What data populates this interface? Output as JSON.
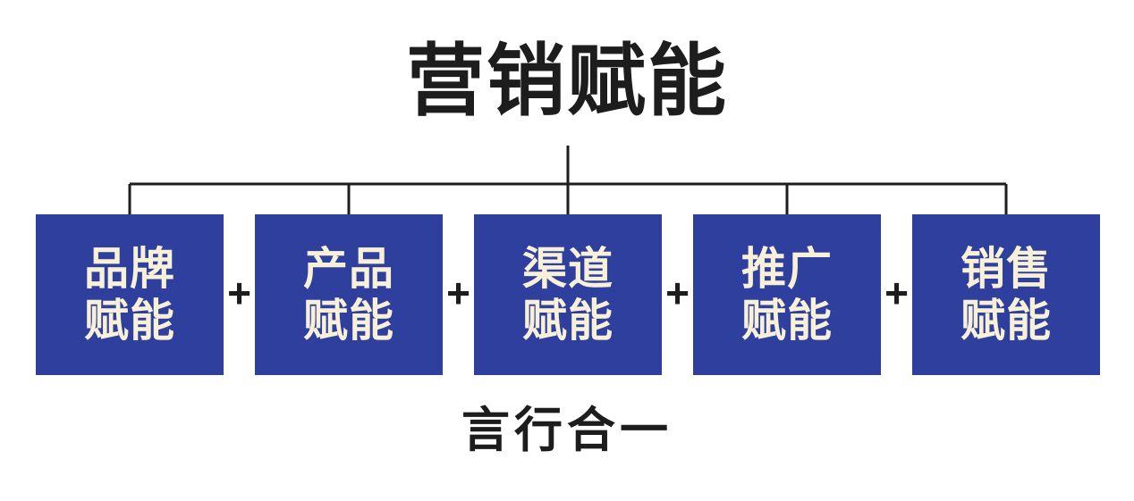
{
  "title": "营销赋能",
  "caption": "言行合一",
  "plus_sign": "+",
  "boxes": [
    {
      "line1": "品牌",
      "line2": "赋能"
    },
    {
      "line1": "产品",
      "line2": "赋能"
    },
    {
      "line1": "渠道",
      "line2": "赋能"
    },
    {
      "line1": "推广",
      "line2": "赋能"
    },
    {
      "line1": "销售",
      "line2": "赋能"
    }
  ],
  "colors": {
    "background": "#ffffff",
    "box_bg": "#2f3f9e",
    "box_text": "#f8f1d8",
    "text": "#1d1d1d",
    "line": "#1d1d1d"
  }
}
